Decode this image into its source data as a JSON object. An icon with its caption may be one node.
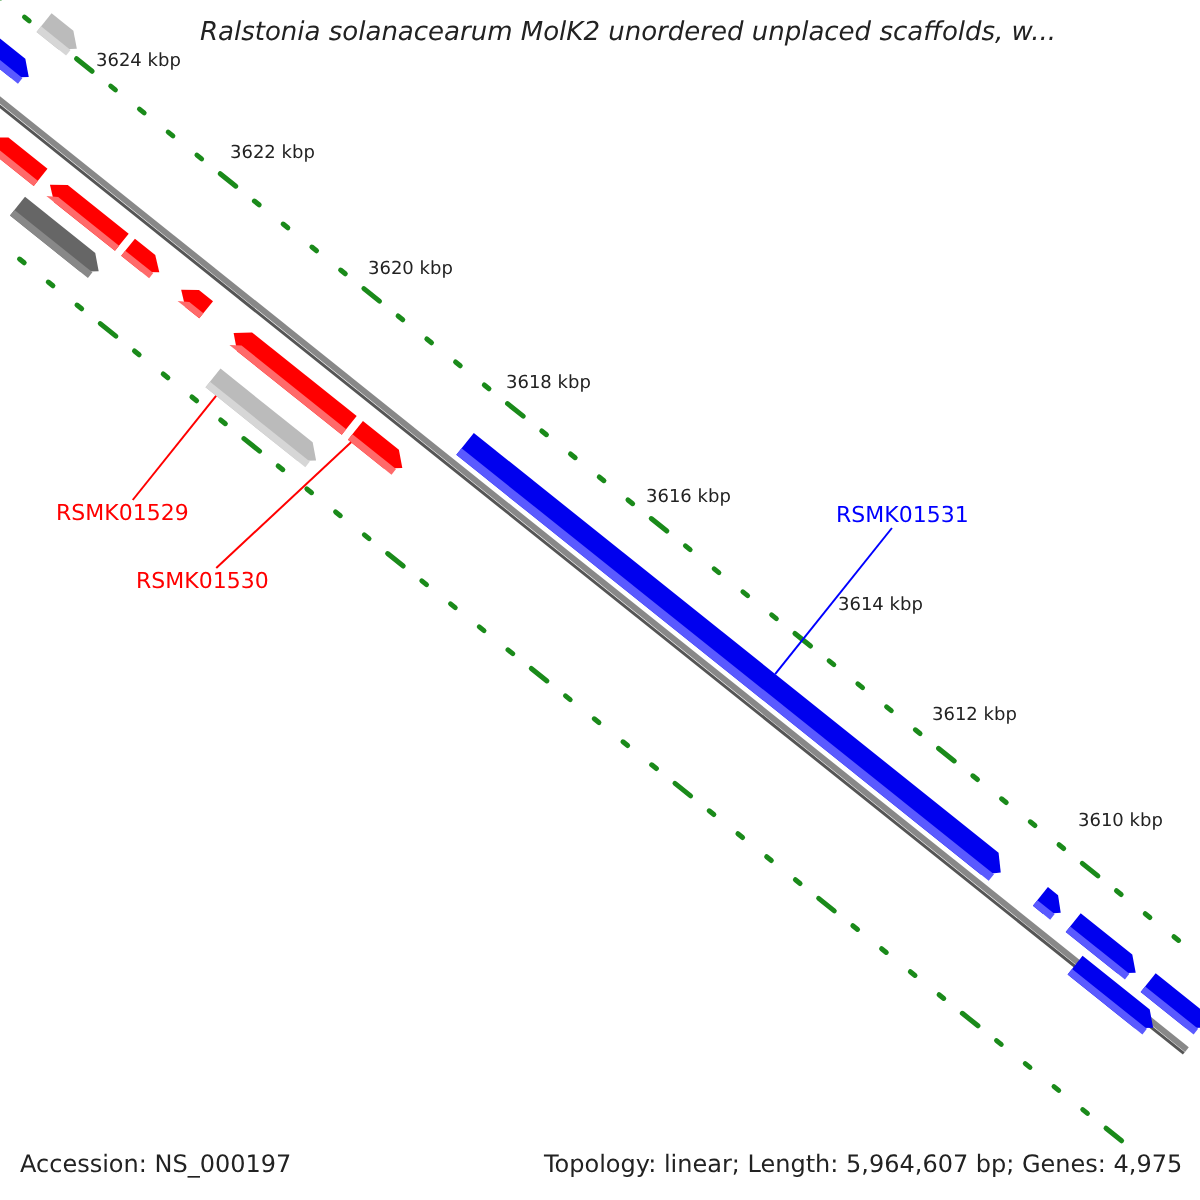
{
  "diagram": {
    "title": "Ralstonia solanacearum MolK2 unordered unplaced scaffolds, w...",
    "nodes": [
      {
        "text": [
          "RSMK01529"
        ]
      },
      {
        "text": [],
        "shape": "bar"
      },
      {
        "text": [
          "RSMK01530"
        ]
      },
      {
        "text": [],
        "shape": "bar"
      },
      {
        "text": [
          "RSMK01531"
        ]
      },
      {
        "text": [],
        "shape": "bar"
      },
      {
        "text": [],
        "shape": "bar"
      },
      {
        "text": [],
        "shape": "bar"
      },
      {
        "text": [],
        "shape": "bar"
      },
      {
        "text": [],
        "shape": "bar"
      },
      {
        "text": [],
        "shape": "bar"
      },
      {
        "text": [],
        "shape": "bar"
      },
      {
        "text": [],
        "shape": "bar"
      },
      {
        "text": [],
        "shape": "bar"
      },
      {
        "text": [],
        "shape": "bar"
      },
      {
        "text": [],
        "shape": "bar"
      },
      {
        "text": [],
        "shape": "bar"
      },
      {
        "text": [],
        "shape": "bar"
      }
    ],
    "edges": [
      {
        "from": 0,
        "to": 1,
        "arrow": "none",
        "color": "#ff0000"
      },
      {
        "from": 2,
        "to": 3,
        "arrow": "none",
        "color": "#ff0000"
      },
      {
        "from": 4,
        "to": 5,
        "arrow": "none",
        "color": "#0000ff"
      }
    ],
    "labels": [
      "3624 kbp",
      "3622 kbp",
      "3620 kbp",
      "3618 kbp",
      "3616 kbp",
      "3614 kbp",
      "3612 kbp",
      "3610 kbp",
      "Accession: NS_000197",
      "Topology: linear; Length: 5,964,607 bp; Genes: 4,975"
    ]
  }
}
